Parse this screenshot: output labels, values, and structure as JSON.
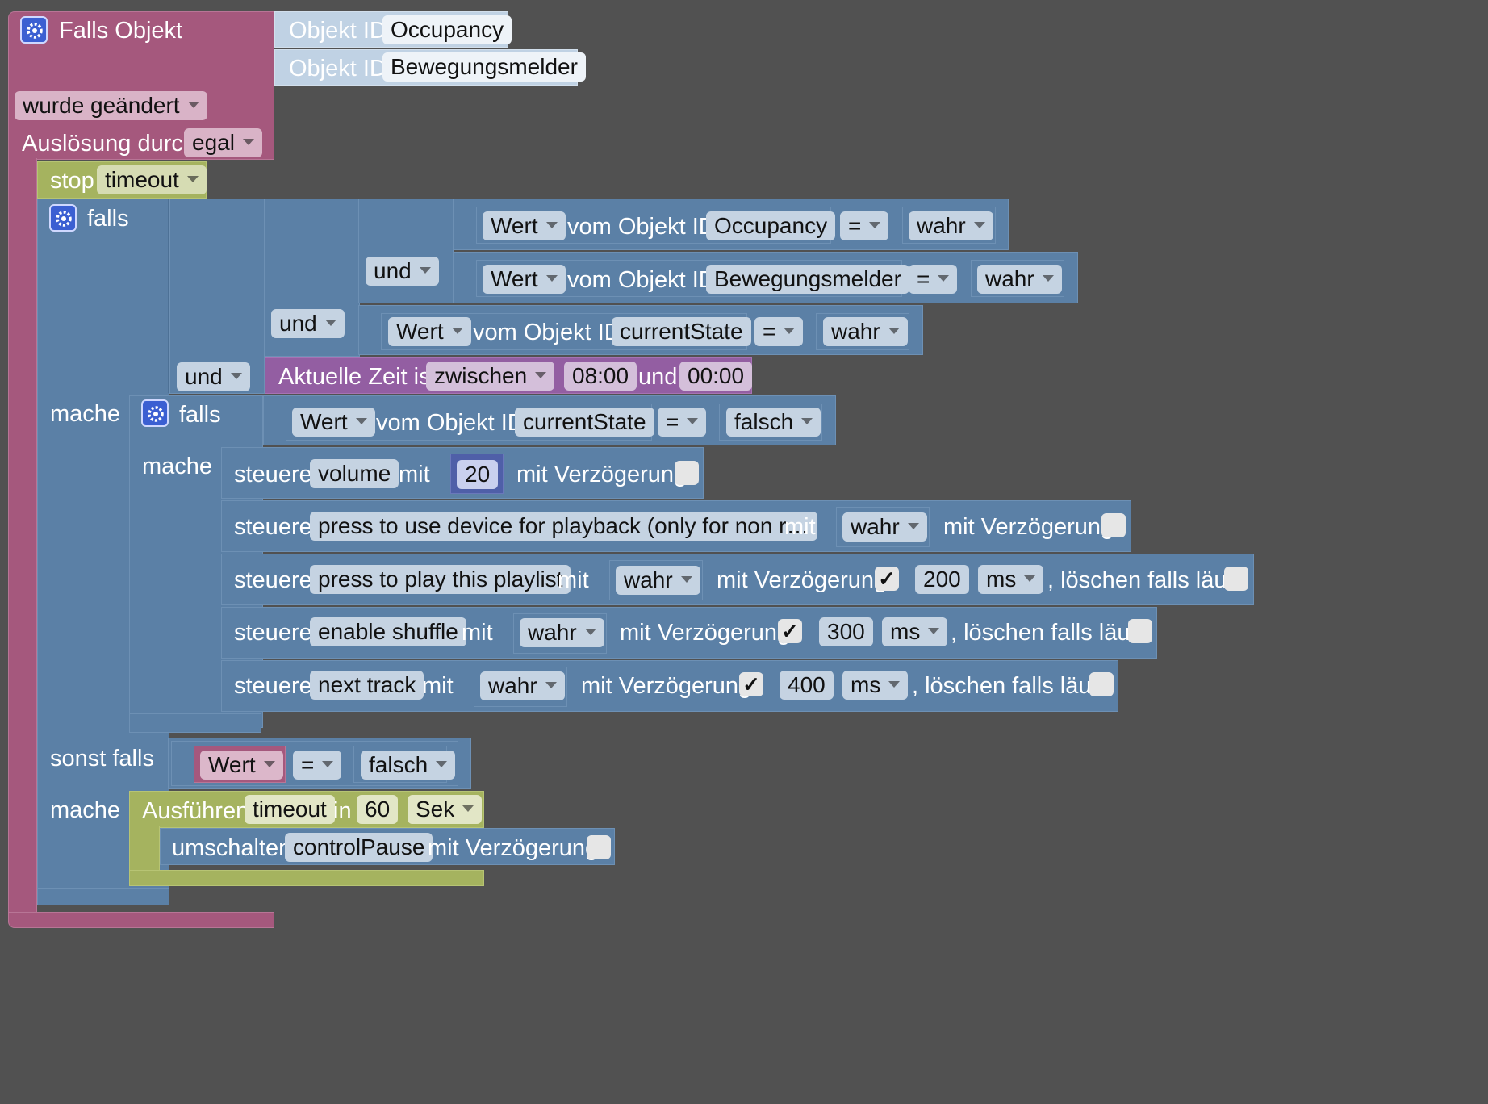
{
  "trigger": {
    "title": "Falls Objekt",
    "objects": [
      {
        "label": "Objekt ID",
        "value": "Occupancy"
      },
      {
        "label": "Objekt ID",
        "value": "Bewegungsmelder"
      }
    ],
    "change_mode": "wurde geändert",
    "trigger_by_label": "Auslösung durch",
    "trigger_by_value": "egal"
  },
  "stop": {
    "label": "stop",
    "value": "timeout"
  },
  "if1": {
    "falls_label": "falls",
    "and_label": "und",
    "cond1": {
      "wert": "Wert",
      "vom": "vom Objekt ID",
      "obj": "Occupancy",
      "op": "=",
      "val": "wahr"
    },
    "cond2": {
      "wert": "Wert",
      "vom": "vom Objekt ID",
      "obj": "Bewegungsmelder",
      "op": "=",
      "val": "wahr"
    },
    "cond3": {
      "wert": "Wert",
      "vom": "vom Objekt ID",
      "obj": "currentState",
      "op": "=",
      "val": "wahr"
    },
    "time": {
      "label": "Aktuelle Zeit ist",
      "mode": "zwischen",
      "from": "08:00",
      "and": "und",
      "to": "00:00"
    },
    "mache_label": "mache"
  },
  "if2": {
    "falls_label": "falls",
    "cond": {
      "wert": "Wert",
      "vom": "vom Objekt ID",
      "obj": "currentState",
      "op": "=",
      "val": "falsch"
    },
    "mache_label": "mache"
  },
  "controls": [
    {
      "label": "steuere",
      "target": "volume",
      "mit": "mit",
      "value": "20",
      "delay_label": "mit Verzögerung",
      "delay_checked": false
    },
    {
      "label": "steuere",
      "target": "press to use device for playback (only for non r…",
      "mit": "mit",
      "value": "wahr",
      "delay_label": "mit Verzögerung",
      "delay_checked": false
    },
    {
      "label": "steuere",
      "target": "press to play this playlist",
      "mit": "mit",
      "value": "wahr",
      "delay_label": "mit Verzögerung",
      "delay_checked": true,
      "delay": "200",
      "unit": "ms",
      "clear_label": ", löschen falls läuft"
    },
    {
      "label": "steuere",
      "target": "enable shuffle",
      "mit": "mit",
      "value": "wahr",
      "delay_label": "mit Verzögerung",
      "delay_checked": true,
      "delay": "300",
      "unit": "ms",
      "clear_label": ", löschen falls läuft"
    },
    {
      "label": "steuere",
      "target": "next track",
      "mit": "mit",
      "value": "wahr",
      "delay_label": "mit Verzögerung",
      "delay_checked": true,
      "delay": "400",
      "unit": "ms",
      "clear_label": ", löschen falls läuft"
    }
  ],
  "elseif": {
    "label": "sonst falls",
    "cond": {
      "wert": "Wert",
      "op": "=",
      "val": "falsch"
    },
    "mache_label": "mache"
  },
  "timeout": {
    "label": "Ausführen",
    "name": "timeout",
    "in": "in",
    "value": "60",
    "unit": "Sek"
  },
  "toggle": {
    "label": "umschalten",
    "target": "controlPause",
    "delay_label": "mit Verzögerung"
  },
  "checkmark": "✓"
}
